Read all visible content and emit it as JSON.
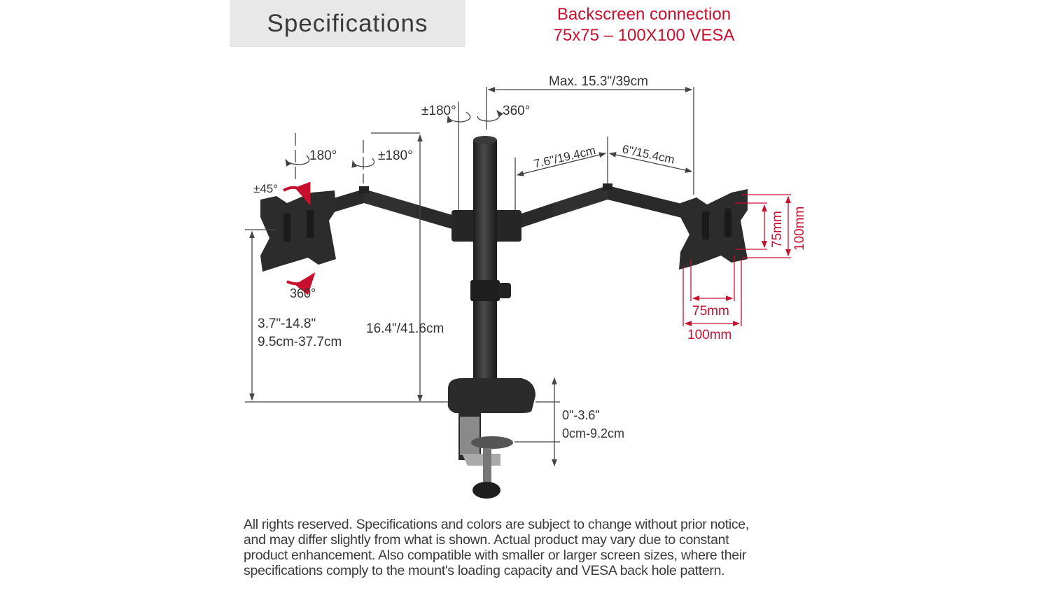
{
  "header": {
    "title": "Specifications"
  },
  "vesa": {
    "line1": "Backscreen connection",
    "line2": "75x75 – 100X100 VESA"
  },
  "dimensions": {
    "max_reach": "Max. 15.3\"/39cm",
    "pole_rotation_pm": "±180°",
    "pole_rotation_360": "360°",
    "head_rotation": "180°",
    "elbow_rotation": "±180°",
    "tilt": "±45°",
    "rotation_360": "360°",
    "arm_segment_1": "7.6\"/19.4cm",
    "arm_segment_2": "6\"/15.4cm",
    "height_range_in": "3.7\"-14.8\"",
    "height_range_cm": "9.5cm-37.7cm",
    "pole_height": "16.4\"/41.6cm",
    "clamp_range_in": "0\"-3.6\"",
    "clamp_range_cm": "0cm-9.2cm",
    "vesa_75_h": "75mm",
    "vesa_100_h": "100mm",
    "vesa_75_v": "75mm",
    "vesa_100_v": "100mm"
  },
  "colors": {
    "accent": "#c8102e",
    "metal": "#2b2b2b",
    "text": "#333333"
  },
  "disclaimer": [
    "All rights reserved. Specifications and colors are subject to change without prior notice,",
    "and may differ slightly from what is shown. Actual product may vary due to constant",
    "product enhancement. Also compatible with smaller or larger screen sizes, where their",
    "specifications comply to the mount's loading capacity and VESA back hole pattern."
  ]
}
